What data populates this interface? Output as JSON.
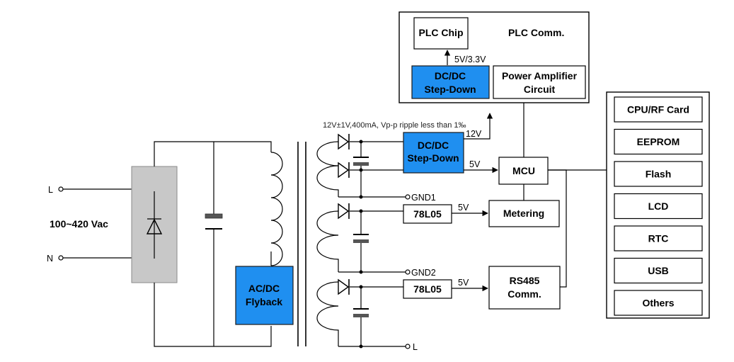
{
  "input": {
    "l_label": "L",
    "n_label": "N",
    "voltage": "100~420 Vac"
  },
  "flyback": {
    "line1": "AC/DC",
    "line2": "Flyback"
  },
  "ripple_note": "12V±1V,400mA, Vp-p ripple less than 1‰",
  "dcdc_main": {
    "line1": "DC/DC",
    "line2": "Step-Down"
  },
  "plc": {
    "chip": "PLC Chip",
    "title": "PLC Comm.",
    "dcdc_line1": "DC/DC",
    "dcdc_line2": "Step-Down",
    "amp_line1": "Power Amplifier",
    "amp_line2": "Circuit",
    "voltage": "5V/3.3V"
  },
  "rails": {
    "v12": "12V",
    "v5_mcu": "5V",
    "gnd1": "GND1",
    "gnd2": "GND2",
    "l_out": "L",
    "v5_metering": "5V",
    "v5_rs485": "5V"
  },
  "regulators": {
    "reg1": "78L05",
    "reg2": "78L05"
  },
  "mcu": "MCU",
  "metering": "Metering",
  "rs485": {
    "line1": "RS485",
    "line2": "Comm."
  },
  "peripherals": [
    "CPU/RF Card",
    "EEPROM",
    "Flash",
    "LCD",
    "RTC",
    "USB",
    "Others"
  ],
  "colors": {
    "blue_block": "#1f8ff0",
    "rectifier_gray": "#c8c8c8"
  }
}
